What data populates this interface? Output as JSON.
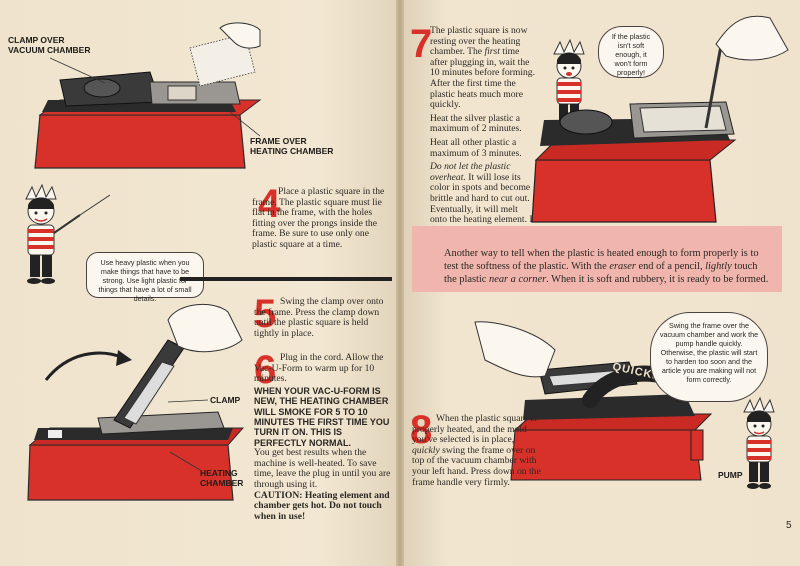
{
  "captions": {
    "clamp_over_vacuum": "CLAMP OVER\nVACUUM CHAMBER",
    "frame_over_heating": "FRAME OVER\nHEATING CHAMBER",
    "clamp": "CLAMP",
    "heating_chamber": "HEATING\nCHAMBER",
    "pump": "PUMP",
    "quickly": "QUICKLY!"
  },
  "step4": {
    "number": "4",
    "text": "Place a plastic square in the frame. The plastic square must lie flat in the frame, with the holes fitting over the prongs inside the frame. Be sure to use only one plastic square at a time."
  },
  "bubble_left": "Use heavy plastic when you make things that have to be strong. Use light plastic for things that have a lot of small details.",
  "step5": {
    "number": "5",
    "text": "Swing the clamp over onto the frame. Press the clamp down until the plastic square is held tightly in place."
  },
  "step6": {
    "number": "6",
    "intro": "Plug in the cord. Allow the Vac-U-Form to warm up for 10 minutes.",
    "warning": "WHEN YOUR VAC-U-FORM IS NEW, THE HEATING CHAMBER WILL SMOKE FOR 5 TO 10 MINUTES THE FIRST TIME YOU TURN IT ON. THIS IS PERFECTLY NORMAL.",
    "rest": "You get best results when the machine is well-heated. To save time, leave the plug in until you are through using it.",
    "caution": "CAUTION: Heating element and chamber gets hot. Do not touch when in use!"
  },
  "step7": {
    "number": "7",
    "p1_a": "The plastic square is now resting over the heating chamber. The ",
    "p1_italic": "first",
    "p1_b": " time after plugging in, wait the 10 minutes before forming. After the first time the plastic heats much more quickly.",
    "p2": "Heat the silver plastic a maximum of 2 minutes.",
    "p3": "Heat all other plastic a maximum of 3 minutes.",
    "p4_italic": "Do not let the plastic overheat.",
    "p4": " It will lose its color in spots and become brittle and hard to cut out. Eventually, it will melt onto the heating element. If this happens, while element is still hot wipe it off with a cloth."
  },
  "bubble_right_top": "If the plastic isn't soft enough, it won't form properly!",
  "callout": {
    "a": "Another way to tell when the plastic is heated enough to form properly is to test the softness of the plastic. With the ",
    "eraser": "eraser",
    "b": " end of a pencil, ",
    "lightly": "lightly",
    "c": " touch the plastic ",
    "near": "near a corner",
    "d": ". When it is soft and rubbery, it is ready to be formed."
  },
  "step8": {
    "number": "8",
    "a": "When the plastic square is properly heated, and the mold you've selected is in place, ",
    "quickly": "quickly",
    "b": " swing the frame over on top of the vacuum chamber with your left hand. Press down on the frame handle very firmly."
  },
  "bubble_right_bottom": "Swing the frame over the vacuum chamber and work the pump handle quickly. Otherwise, the plastic will start to harden too soon and the article you are making will not form correctly.",
  "page_number": "5",
  "colors": {
    "red": "#d8312a",
    "black": "#2b2b2b",
    "paper": "#efe3cd",
    "callout": "#f0b6ad"
  }
}
